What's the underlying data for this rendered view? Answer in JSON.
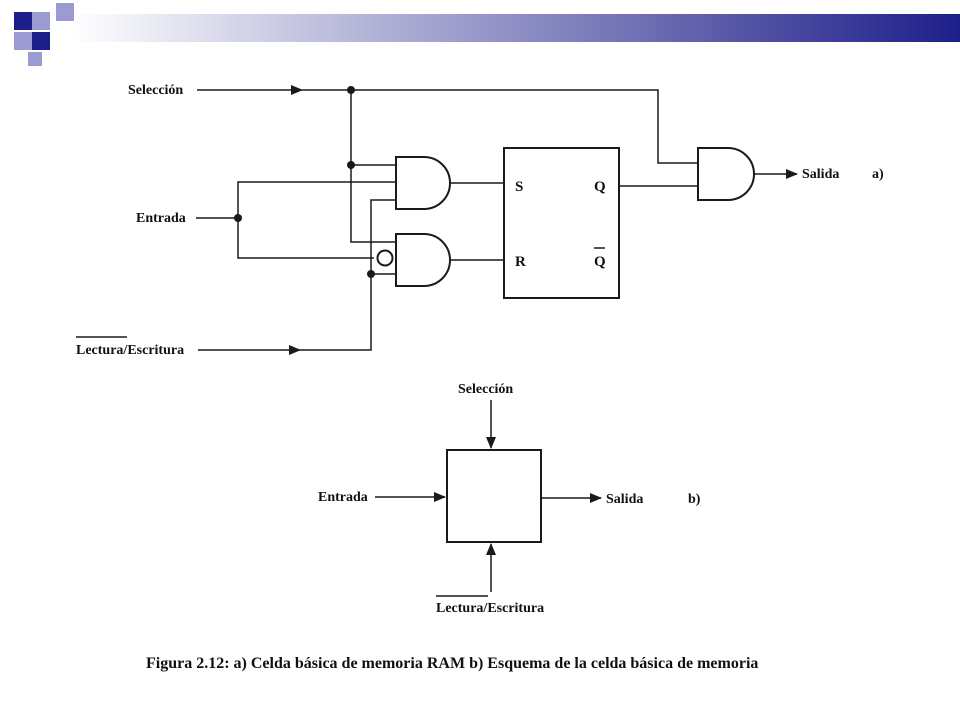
{
  "colors": {
    "banner_dark": "#1e1e8a",
    "banner_light": "#9b9bd2",
    "line": "#1a1a1a"
  },
  "diagram_a": {
    "labels": {
      "seleccion": "Selección",
      "entrada": "Entrada",
      "lectura_escritura": "Lectura/Escritura",
      "salida": "Salida",
      "tag": "a)"
    },
    "flipflop": {
      "s": "S",
      "r": "R",
      "q": "Q",
      "q_bar": "Q"
    }
  },
  "diagram_b": {
    "labels": {
      "seleccion": "Selección",
      "entrada": "Entrada",
      "lectura_escritura": "Lectura/Escritura",
      "salida": "Salida",
      "tag": "b)"
    }
  },
  "caption": {
    "figure_label": "Figura 2.12:",
    "text": " a) Celda básica de memoria RAM b) Esquema de la celda básica de memoria"
  }
}
